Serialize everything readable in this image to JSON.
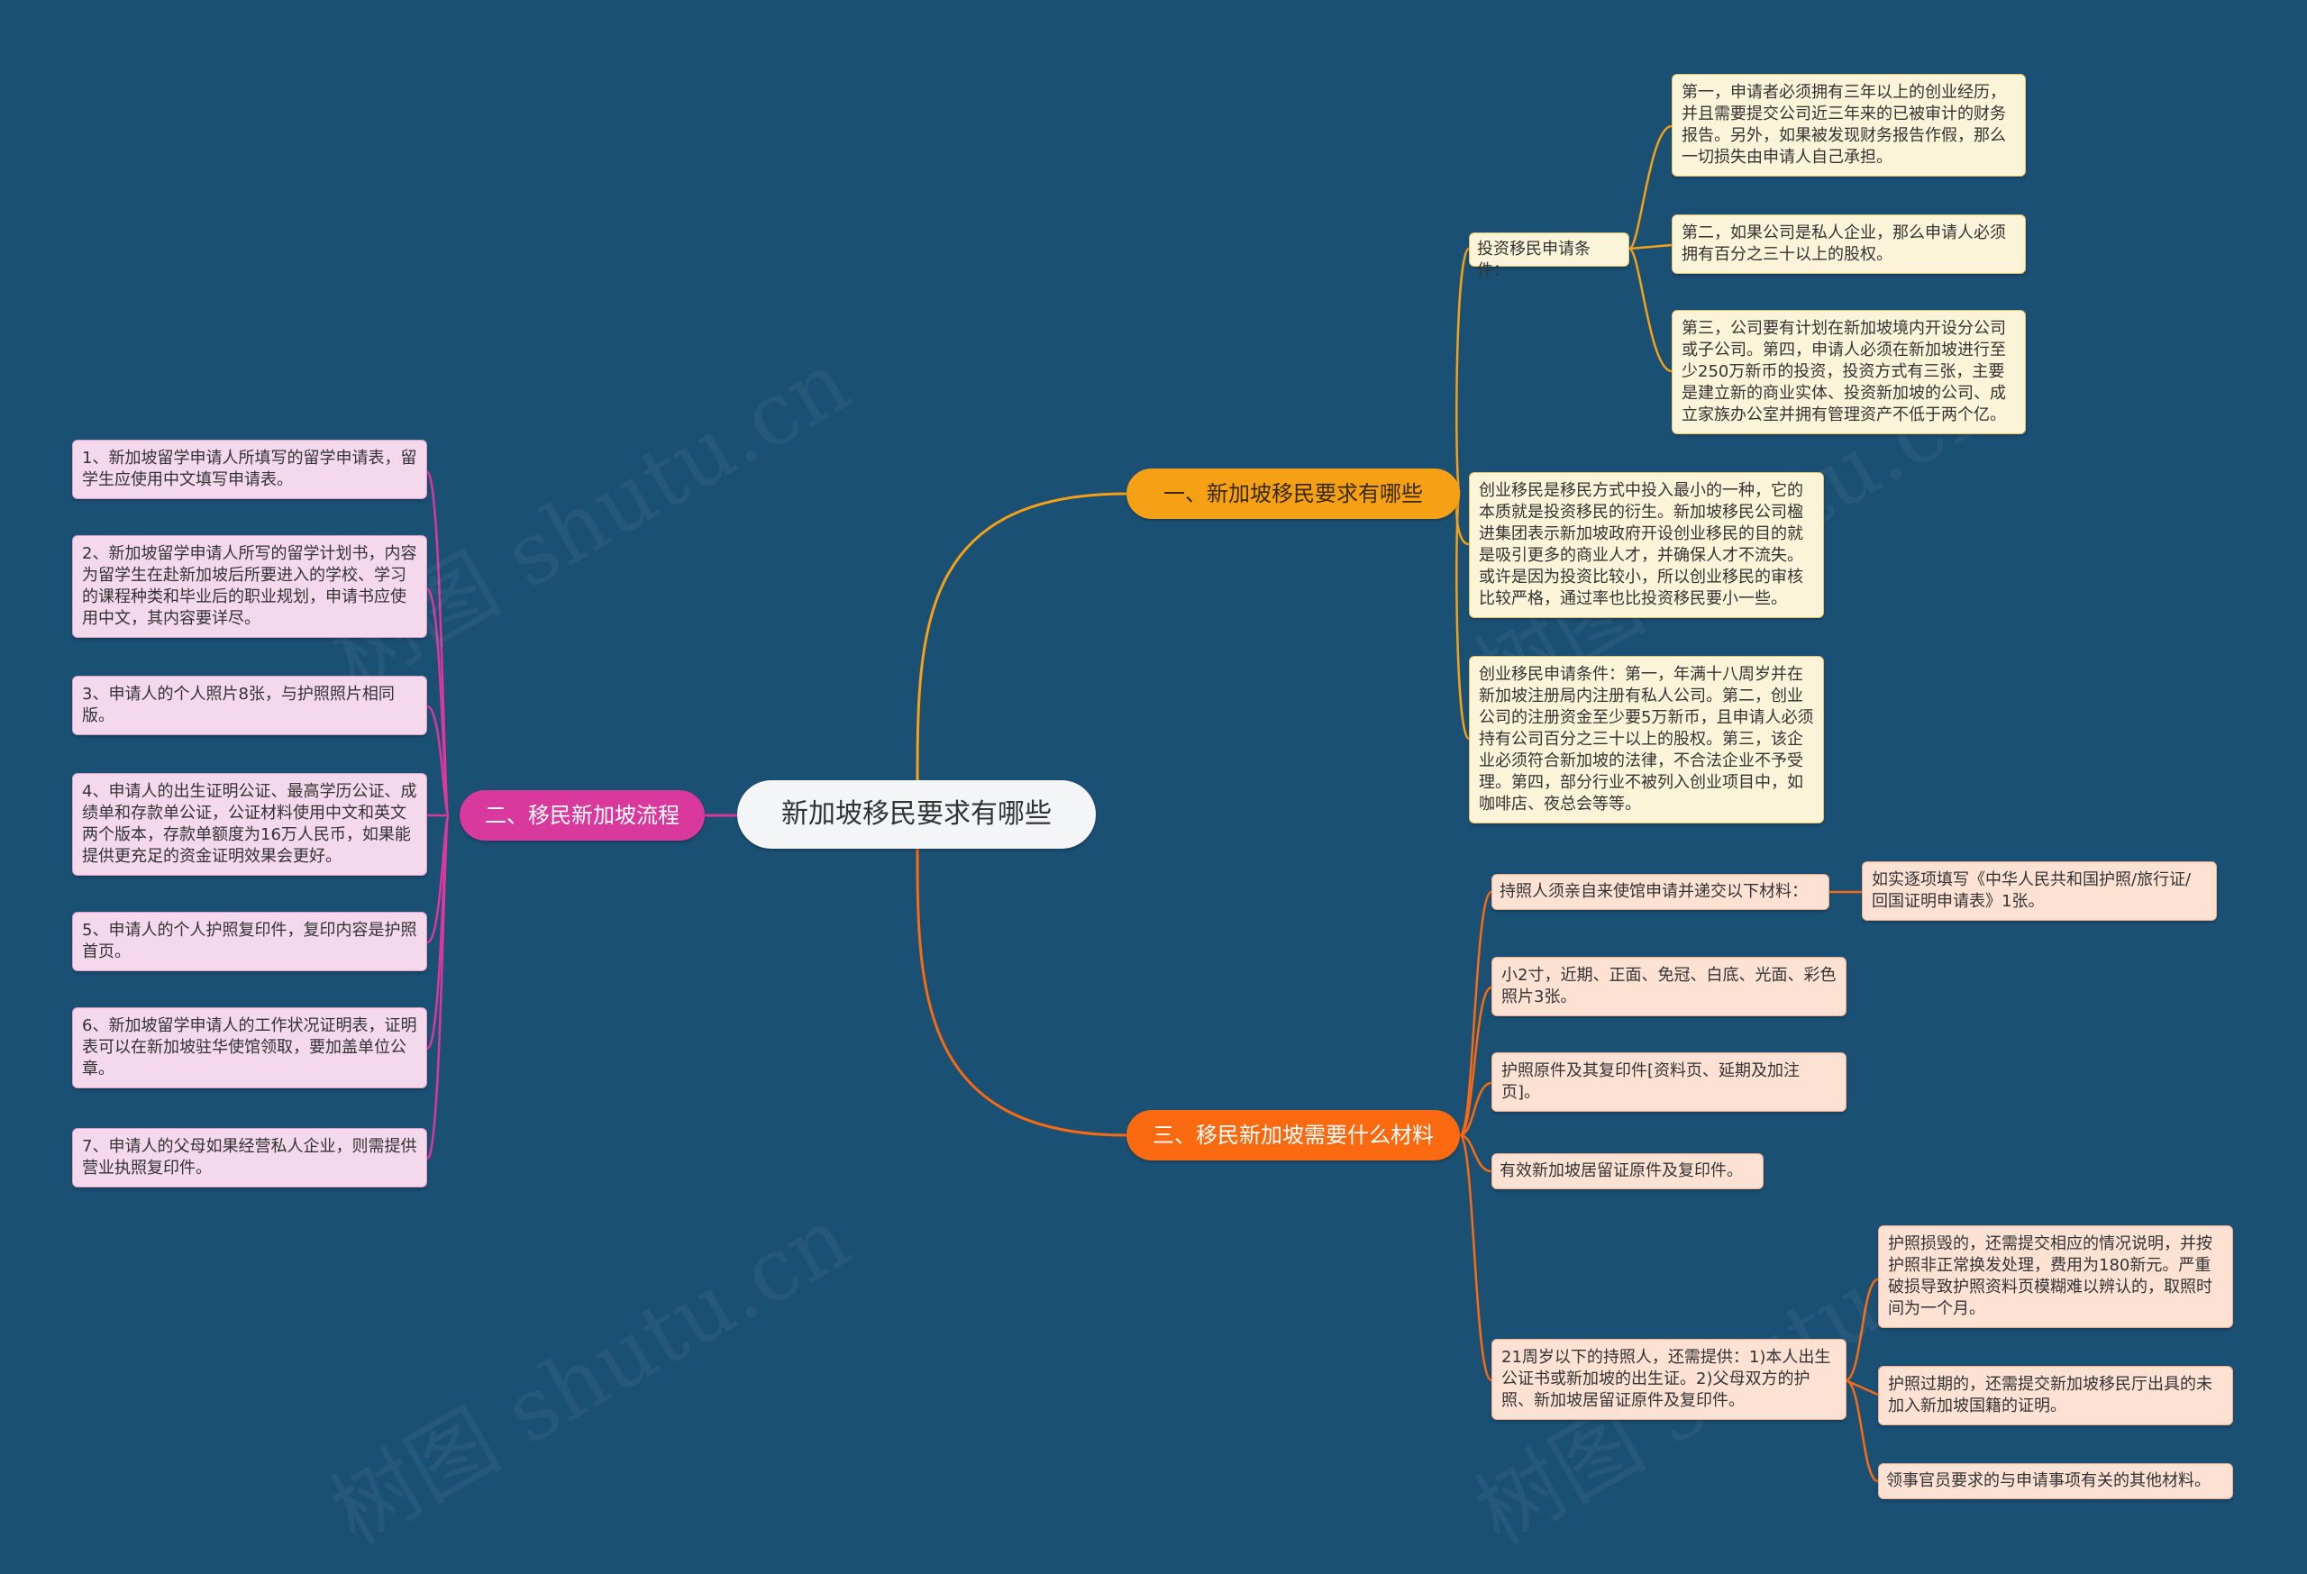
{
  "root": {
    "title": "新加坡移民要求有哪些"
  },
  "watermark": "树图 shutu.cn",
  "colors": {
    "background": "#1b5075",
    "branch1": "#f5a015",
    "branch2": "#d9389c",
    "branch3": "#fb6a10"
  },
  "branch1": {
    "label": "一、新加坡移民要求有哪些",
    "investment": {
      "label": "投资移民申请条件：",
      "items": [
        "第一，申请者必须拥有三年以上的创业经历，并且需要提交公司近三年来的已被审计的财务报告。另外，如果被发现财务报告作假，那么一切损失由申请人自己承担。",
        "第二，如果公司是私人企业，那么申请人必须拥有百分之三十以上的股权。",
        "第三，公司要有计划在新加坡境内开设分公司或子公司。第四，申请人必须在新加坡进行至少250万新币的投资，投资方式有三张，主要是建立新的商业实体、投资新加坡的公司、成立家族办公室并拥有管理资产不低于两个亿。"
      ]
    },
    "entrepreneur_intro": "创业移民是移民方式中投入最小的一种，它的本质就是投资移民的衍生。新加坡移民公司楹进集团表示新加坡政府开设创业移民的目的就是吸引更多的商业人才，并确保人才不流失。或许是因为投资比较小，所以创业移民的审核比较严格，通过率也比投资移民要小一些。",
    "entrepreneur_conditions": "创业移民申请条件：第一，年满十八周岁并在新加坡注册局内注册有私人公司。第二，创业公司的注册资金至少要5万新币，且申请人必须持有公司百分之三十以上的股权。第三，该企业必须符合新加坡的法律，不合法企业不予受理。第四，部分行业不被列入创业项目中，如咖啡店、夜总会等等。"
  },
  "branch2": {
    "label": "二、移民新加坡流程",
    "items": [
      "1、新加坡留学申请人所填写的留学申请表，留学生应使用中文填写申请表。",
      "2、新加坡留学申请人所写的留学计划书，内容为留学生在赴新加坡后所要进入的学校、学习的课程种类和毕业后的职业规划，申请书应使用中文，其内容要详尽。",
      "3、申请人的个人照片8张，与护照照片相同版。",
      "4、申请人的出生证明公证、最高学历公证、成绩单和存款单公证，公证材料使用中文和英文两个版本，存款单额度为16万人民币，如果能提供更充足的资金证明效果会更好。",
      "5、申请人的个人护照复印件，复印内容是护照首页。",
      "6、新加坡留学申请人的工作状况证明表，证明表可以在新加坡驻华使馆领取，要加盖单位公章。",
      "7、申请人的父母如果经营私人企业，则需提供营业执照复印件。"
    ]
  },
  "branch3": {
    "label": "三、移民新加坡需要什么材料",
    "passport": {
      "label": "持照人须亲自来使馆申请并递交以下材料：",
      "child": "如实逐项填写《中华人民共和国护照/旅行证/回国证明申请表》1张。"
    },
    "photo": "小2寸，近期、正面、免冠、白底、光面、彩色照片3张。",
    "passport_copy": "护照原件及其复印件[资料页、延期及加注页]。",
    "residence": "有效新加坡居留证原件及复印件。",
    "under21": {
      "label": "21周岁以下的持照人，还需提供：1)本人出生公证书或新加坡的出生证。2)父母双方的护照、新加坡居留证原件及复印件。",
      "items": [
        "护照损毁的，还需提交相应的情况说明，并按护照非正常换发处理，费用为180新元。严重破损导致护照资料页模糊难以辨认的，取照时间为一个月。",
        "护照过期的，还需提交新加坡移民厅出具的未加入新加坡国籍的证明。",
        "领事官员要求的与申请事项有关的其他材料。"
      ]
    }
  }
}
